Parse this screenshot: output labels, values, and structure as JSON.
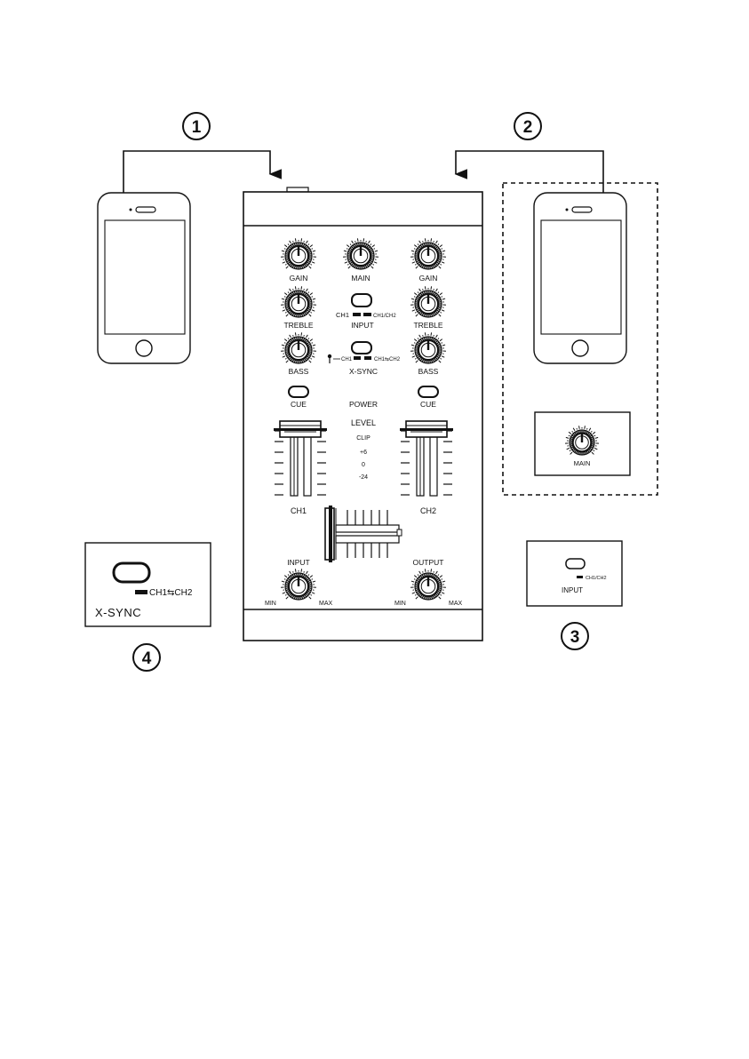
{
  "callouts": [
    "1",
    "2",
    "3",
    "4"
  ],
  "mixer": {
    "ch1": {
      "gain": "GAIN",
      "treble": "TREBLE",
      "bass": "BASS",
      "cue": "CUE",
      "name": "CH1"
    },
    "ch2": {
      "gain": "GAIN",
      "treble": "TREBLE",
      "bass": "BASS",
      "cue": "CUE",
      "name": "CH2"
    },
    "main": "MAIN",
    "input_switch": {
      "label": "INPUT",
      "left": "CH1",
      "right": "CH1/CH2"
    },
    "xsync_switch": {
      "label": "X-SYNC",
      "left": "CH1",
      "right": "CH1⇆CH2"
    },
    "power": "POWER",
    "meter": {
      "title": "LEVEL",
      "levels": [
        "CLIP",
        "+6",
        "0",
        "-24"
      ]
    },
    "input_knob": {
      "label": "INPUT",
      "min": "MIN",
      "max": "MAX"
    },
    "output_knob": {
      "label": "OUTPUT",
      "min": "MIN",
      "max": "MAX"
    }
  },
  "detail_main": "MAIN",
  "detail_input": {
    "label": "INPUT",
    "option": "CH1/CH2"
  },
  "detail_xsync": {
    "label": "X-SYNC",
    "option": "CH1⇆CH2"
  }
}
